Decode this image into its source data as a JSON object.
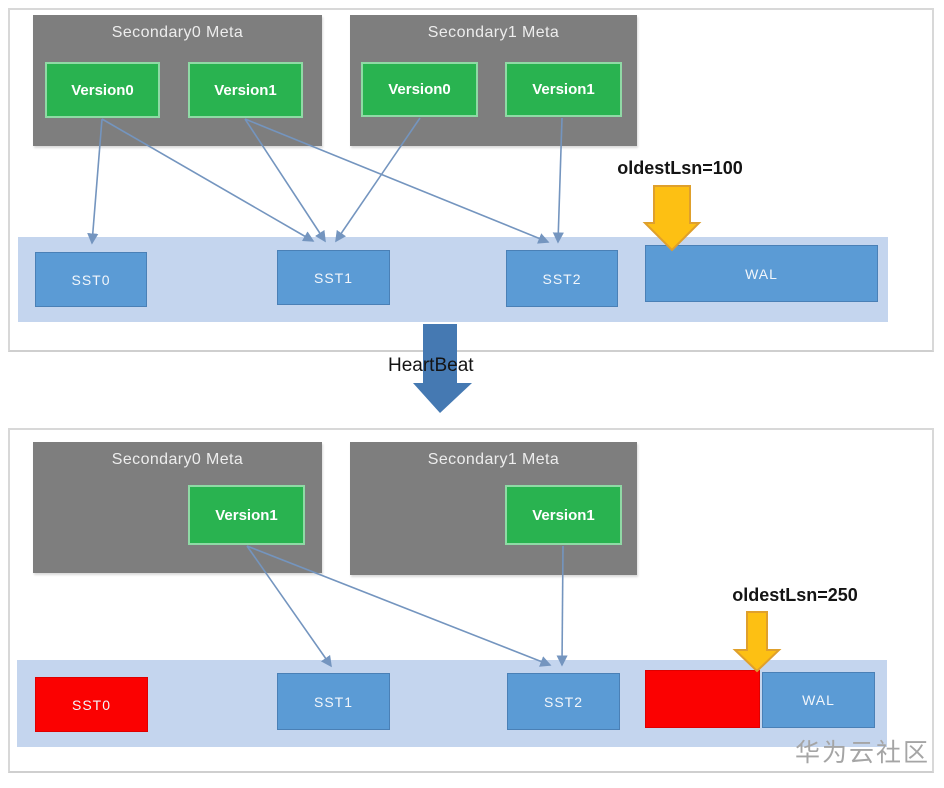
{
  "colors": {
    "meta_gray": "#7e7e7e",
    "version_green": "#29b350",
    "sst_blue": "#5b9bd5",
    "band_light_blue": "#c4d5ee",
    "stale_red": "#fb0101",
    "lsn_arrow_yellow": "#fdc013",
    "lsn_arrow_outline": "#dfa02c",
    "heartbeat_arrow_blue": "#4579b2",
    "connector_blue": "#7495bf"
  },
  "top_panel": {
    "meta_groups": [
      {
        "title": "Secondary0 Meta",
        "versions": [
          "Version0",
          "Version1"
        ]
      },
      {
        "title": "Secondary1 Meta",
        "versions": [
          "Version0",
          "Version1"
        ]
      }
    ],
    "annotation": "oldestLsn=100",
    "storage": [
      "SST0",
      "SST1",
      "SST2",
      "WAL"
    ],
    "edges": [
      {
        "from": "Secondary0.Version0",
        "to": "SST0"
      },
      {
        "from": "Secondary0.Version0",
        "to": "SST1"
      },
      {
        "from": "Secondary0.Version1",
        "to": "SST1"
      },
      {
        "from": "Secondary0.Version1",
        "to": "SST2"
      },
      {
        "from": "Secondary1.Version0",
        "to": "SST1"
      },
      {
        "from": "Secondary1.Version1",
        "to": "SST2"
      }
    ]
  },
  "heartbeat": {
    "label": "HeartBeat"
  },
  "bottom_panel": {
    "meta_groups": [
      {
        "title": "Secondary0 Meta",
        "versions": [
          "Version1"
        ]
      },
      {
        "title": "Secondary1 Meta",
        "versions": [
          "Version1"
        ]
      }
    ],
    "annotation": "oldestLsn=250",
    "storage": [
      "SST0",
      "SST1",
      "SST2",
      "WAL"
    ],
    "stale_highlighted": [
      "SST0",
      "WAL prefix before oldestLsn"
    ],
    "edges": [
      {
        "from": "Secondary0.Version1",
        "to": "SST1"
      },
      {
        "from": "Secondary0.Version1",
        "to": "SST2"
      },
      {
        "from": "Secondary1.Version1",
        "to": "SST2"
      }
    ]
  },
  "watermark": "华为云社区"
}
